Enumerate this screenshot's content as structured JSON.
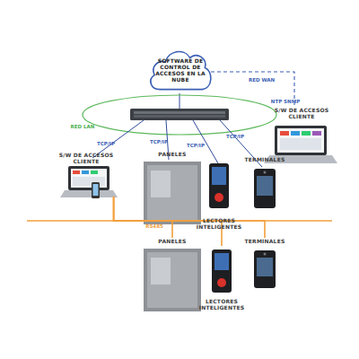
{
  "diagram": {
    "nodes": [
      {
        "text": [
          "SOFTWARE DE CONTROL DE ACCESOS EN LA NUBE"
        ]
      },
      {
        "text": [
          "S/W DE ACCESOS CLIENTE"
        ]
      },
      {
        "text": [
          "S/W DE ACCESOS CLIENTE"
        ]
      },
      {
        "text": [
          "PANELES"
        ]
      },
      {
        "text": [
          "LECTORES INTELIGENTES"
        ]
      },
      {
        "text": [
          "TERMINALES"
        ]
      },
      {
        "text": [
          "PANELES"
        ]
      },
      {
        "text": [
          "LECTORES INTELIGENTES"
        ]
      },
      {
        "text": [
          "TERMINALES"
        ]
      }
    ],
    "edges": [
      {
        "from": 0,
        "to": 1,
        "label": "RED WAN",
        "arrow": "none"
      },
      {
        "from": 2,
        "to": 6,
        "arrow": "none"
      },
      {
        "from": 2,
        "to": 7,
        "arrow": "none"
      },
      {
        "from": 2,
        "to": 8,
        "arrow": "none"
      }
    ],
    "labels": [
      "NTP SNMP",
      "RED LAN",
      "TCP/IP",
      "TCP/IP",
      "TCP/IP",
      "TCP/IP",
      "RS485"
    ]
  }
}
